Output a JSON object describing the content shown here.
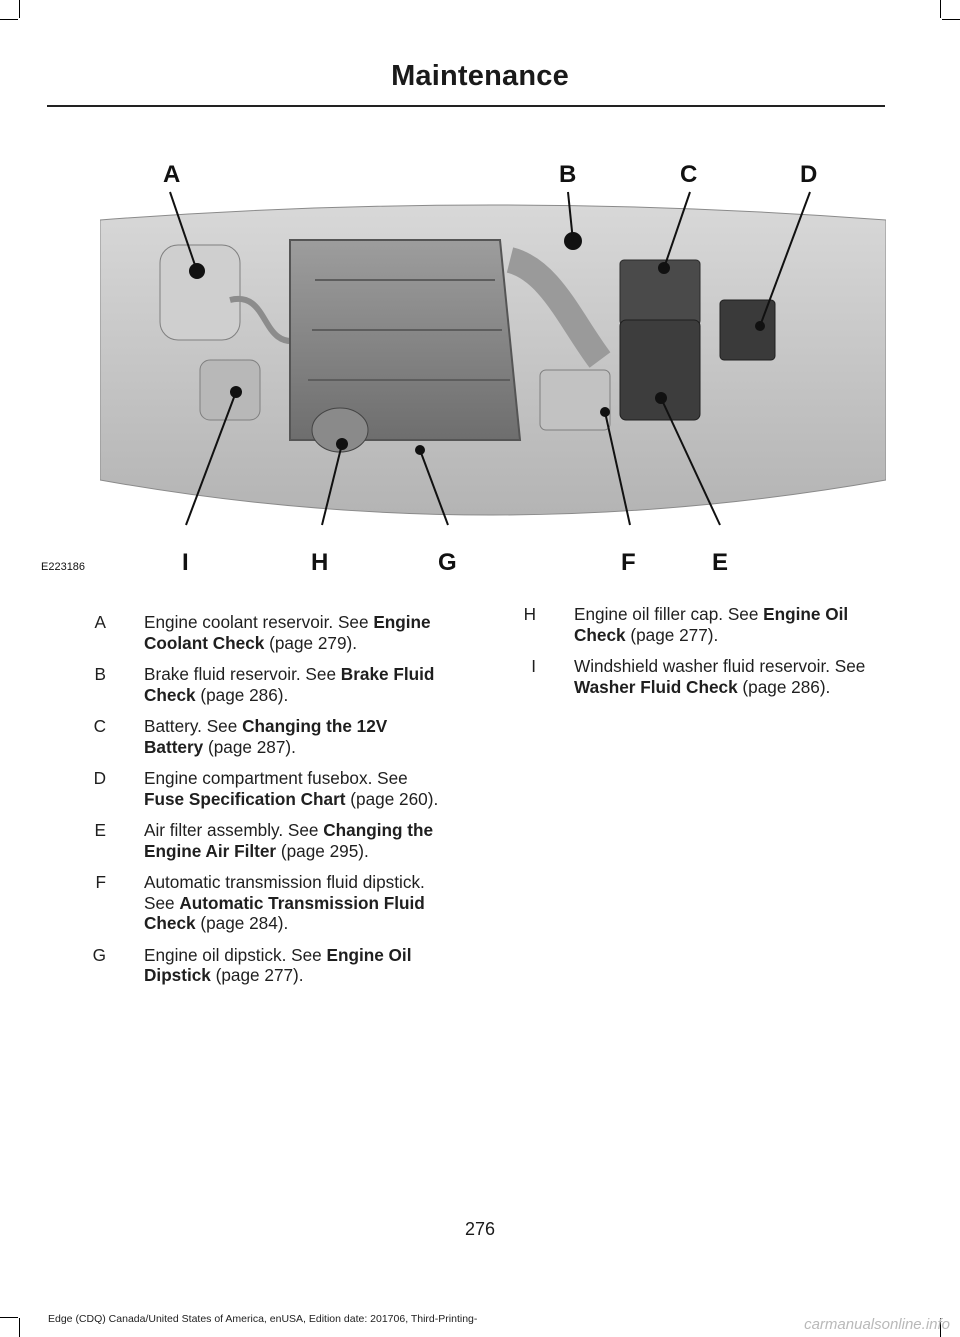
{
  "header": {
    "title": "Maintenance"
  },
  "figure": {
    "id": "E223186",
    "callouts": [
      "A",
      "B",
      "C",
      "D",
      "E",
      "F",
      "G",
      "H",
      "I"
    ]
  },
  "legend_left": [
    {
      "key": "A",
      "text": "Engine coolant reservoir.  See ",
      "link": "Engine Coolant Check",
      "page": " (page 279)."
    },
    {
      "key": "B",
      "text": "Brake fluid reservoir.  See ",
      "link": "Brake Fluid Check",
      "page": " (page 286)."
    },
    {
      "key": "C",
      "text": "Battery.  See ",
      "link": "Changing the 12V Battery",
      "page": " (page 287)."
    },
    {
      "key": "D",
      "text": "Engine compartment fusebox. See ",
      "link": "Fuse Specification Chart",
      "page": " (page 260)."
    },
    {
      "key": "E",
      "text": "Air filter assembly.  See ",
      "link": "Changing the Engine Air Filter",
      "page": " (page 295)."
    },
    {
      "key": "F",
      "text": "Automatic transmission fluid dipstick.  See ",
      "link": "Automatic Transmission Fluid Check",
      "page": " (page 284)."
    },
    {
      "key": "G",
      "text": "Engine oil dipstick.  See ",
      "link": "Engine Oil Dipstick",
      "page": " (page 277)."
    }
  ],
  "legend_right": [
    {
      "key": "H",
      "text": "Engine oil filler cap.  See ",
      "link": "Engine Oil Check",
      "page": " (page 277)."
    },
    {
      "key": "I",
      "text": "Windshield washer fluid reservoir.  See ",
      "link": "Washer Fluid Check",
      "page": " (page 286)."
    }
  ],
  "page_number": "276",
  "footer": {
    "text": "Edge (CDQ) Canada/United States of America, enUSA, Edition date: 201706, Third-Printing-"
  },
  "watermark": "carmanualsonline.info"
}
